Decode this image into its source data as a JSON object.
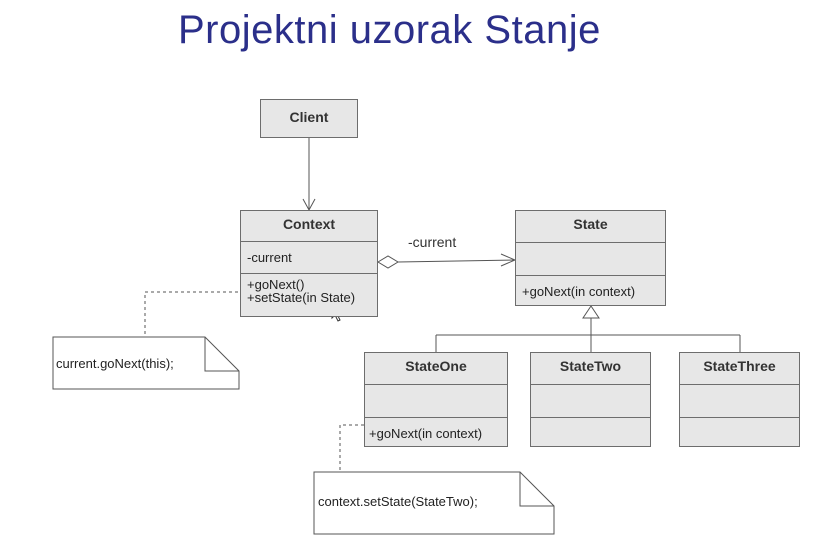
{
  "title": "Projektni uzorak Stanje",
  "client": {
    "name": "Client"
  },
  "context": {
    "name": "Context",
    "attributes": [
      "-current"
    ],
    "operations": [
      "+goNext()",
      "+setState(in State)"
    ]
  },
  "association_label": "-current",
  "state": {
    "name": "State",
    "operations": [
      "+goNext(in context)"
    ]
  },
  "state_one": {
    "name": "StateOne",
    "operations": [
      "+goNext(in context)"
    ]
  },
  "state_two": {
    "name": "StateTwo"
  },
  "state_three": {
    "name": "StateThree"
  },
  "notes": {
    "context_note": "current.goNext(this);",
    "state_one_note": "context.setState(StateTwo);"
  }
}
